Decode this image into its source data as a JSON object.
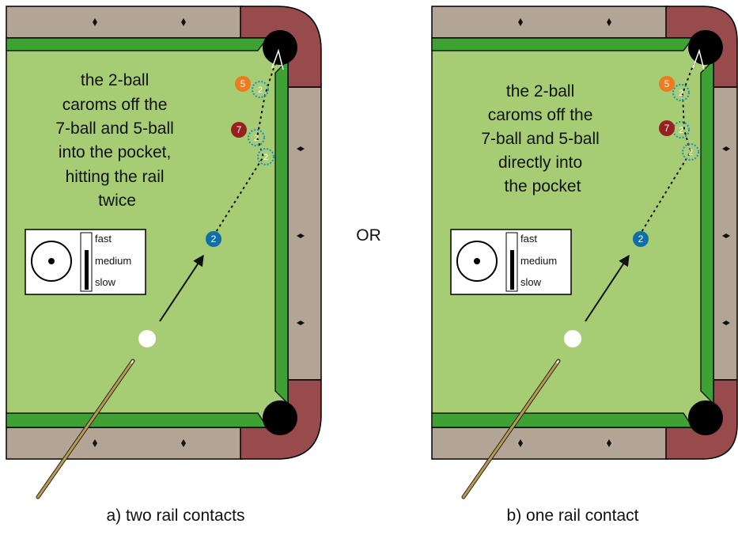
{
  "separator": "OR",
  "colors": {
    "felt": "#a6cc74",
    "rail_green": "#3fa034",
    "wood": "#b3a596",
    "corner": "#974b4d",
    "pocket": "#000000",
    "ball_2": "#0e6ea7",
    "ball_5": "#ee7a22",
    "ball_7": "#992020",
    "ghost_ring": "#1d8ec1",
    "cue": "#b79a55"
  },
  "panels": [
    {
      "id": "a",
      "text_lines": [
        "the 2-ball",
        "caroms off the",
        "7-ball and 5-ball",
        "into the pocket,",
        "hitting the rail",
        "twice"
      ],
      "caption": "a) two rail contacts",
      "speed_labels": [
        "fast",
        "medium",
        "slow"
      ],
      "balls": [
        {
          "number": "5",
          "color_key": "ball_5"
        },
        {
          "number": "7",
          "color_key": "ball_7"
        },
        {
          "number": "2",
          "color_key": "ball_2"
        }
      ],
      "ghost_labels": [
        "2",
        "2",
        "2"
      ]
    },
    {
      "id": "b",
      "text_lines": [
        "the 2-ball",
        "caroms off the",
        "7-ball and 5-ball",
        "directly into",
        "the pocket"
      ],
      "caption": "b) one rail contact",
      "speed_labels": [
        "fast",
        "medium",
        "slow"
      ],
      "balls": [
        {
          "number": "5",
          "color_key": "ball_5"
        },
        {
          "number": "7",
          "color_key": "ball_7"
        },
        {
          "number": "2",
          "color_key": "ball_2"
        }
      ],
      "ghost_labels": [
        "2",
        "2",
        "2"
      ]
    }
  ]
}
